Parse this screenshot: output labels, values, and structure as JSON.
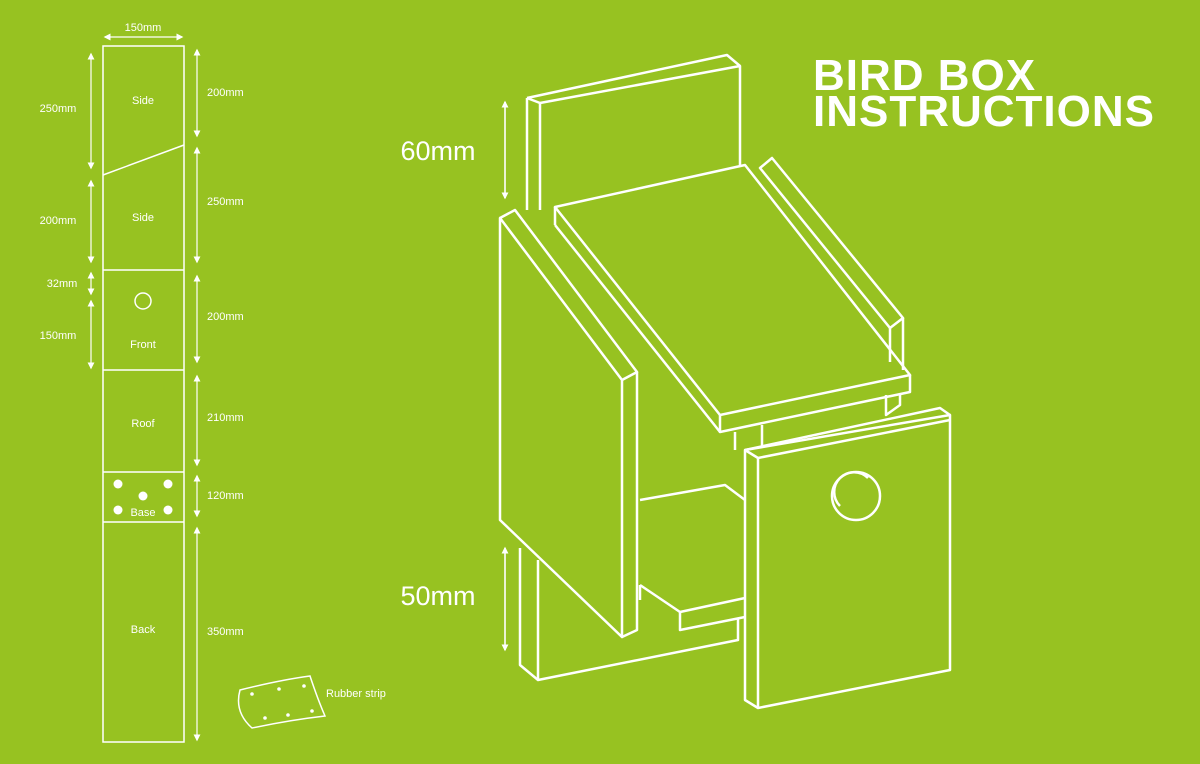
{
  "title": {
    "line1": "BIRD BOX",
    "line2": "INSTRUCTIONS"
  },
  "cut_plan": {
    "board_width": "150mm",
    "panels": {
      "side_top": "Side",
      "side_second": "Side",
      "front": "Front",
      "roof": "Roof",
      "base": "Base",
      "back": "Back"
    },
    "left_dimensions": {
      "side_top": "250mm",
      "side_second": "200mm",
      "hole_offset": "32mm",
      "front_lower": "150mm"
    },
    "right_dimensions": {
      "side_top": "200mm",
      "side_second": "250mm",
      "front": "200mm",
      "roof": "210mm",
      "base": "120mm",
      "back": "350mm"
    },
    "rubber_strip_label": "Rubber strip"
  },
  "assembly": {
    "back_overhang_top": "60mm",
    "back_overhang_bottom": "50mm"
  },
  "colors": {
    "background": "#97c221",
    "line": "#ffffff"
  }
}
